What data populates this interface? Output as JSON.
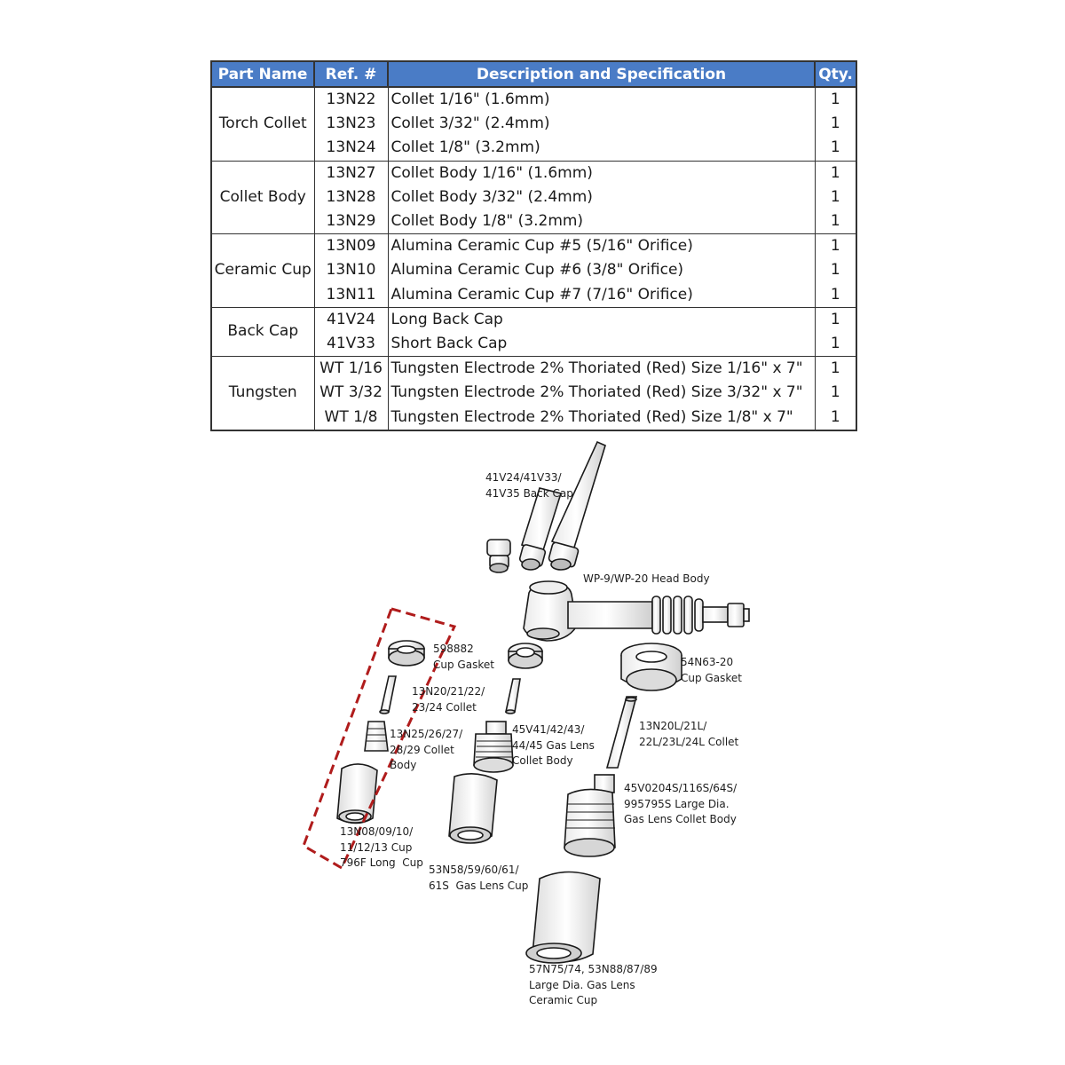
{
  "table": {
    "headers": {
      "part_name": "Part Name",
      "ref": "Ref. #",
      "desc": "Description and Specification",
      "qty": "Qty."
    },
    "groups": [
      {
        "name": "Torch Collet",
        "rows": [
          {
            "ref": "13N22",
            "desc": "Collet 1/16\" (1.6mm)",
            "qty": "1"
          },
          {
            "ref": "13N23",
            "desc": "Collet 3/32\" (2.4mm)",
            "qty": "1"
          },
          {
            "ref": "13N24",
            "desc": "Collet 1/8\" (3.2mm)",
            "qty": "1"
          }
        ]
      },
      {
        "name": "Collet Body",
        "rows": [
          {
            "ref": "13N27",
            "desc": "Collet Body 1/16\" (1.6mm)",
            "qty": "1"
          },
          {
            "ref": "13N28",
            "desc": "Collet Body 3/32\" (2.4mm)",
            "qty": "1"
          },
          {
            "ref": "13N29",
            "desc": "Collet Body 1/8\" (3.2mm)",
            "qty": "1"
          }
        ]
      },
      {
        "name": "Ceramic Cup",
        "rows": [
          {
            "ref": "13N09",
            "desc": "Alumina Ceramic Cup #5 (5/16\" Orifice)",
            "qty": "1"
          },
          {
            "ref": "13N10",
            "desc": "Alumina Ceramic Cup #6 (3/8\" Orifice)",
            "qty": "1"
          },
          {
            "ref": "13N11",
            "desc": "Alumina Ceramic Cup #7 (7/16\" Orifice)",
            "qty": "1"
          }
        ]
      },
      {
        "name": "Back Cap",
        "rows": [
          {
            "ref": "41V24",
            "desc": "Long Back Cap",
            "qty": "1"
          },
          {
            "ref": "41V33",
            "desc": "Short Back Cap",
            "qty": "1"
          }
        ]
      },
      {
        "name": "Tungsten",
        "rows": [
          {
            "ref": "WT 1/16",
            "desc": "Tungsten Electrode 2% Thoriated (Red) Size 1/16\" x 7\"",
            "qty": "1"
          },
          {
            "ref": "WT 3/32",
            "desc": "Tungsten Electrode 2% Thoriated (Red) Size 3/32\" x 7\"",
            "qty": "1"
          },
          {
            "ref": "WT 1/8",
            "desc": "Tungsten Electrode 2% Thoriated (Red) Size 1/8\" x 7\"",
            "qty": "1"
          }
        ]
      }
    ]
  },
  "colors": {
    "header_bg": "#4a7cc6",
    "header_text": "#ffffff",
    "highlight_box": "#b01c1c"
  },
  "diagram": {
    "labels": {
      "back_cap": "41V24/41V33/\n41V35 Back Cap",
      "head_body": "WP-9/WP-20 Head Body",
      "cup_gasket_598882": "598882\nCup Gasket",
      "collet_13n20": "13N20/21/22/\n23/24 Collet",
      "collet_body_13n25": "13N25/26/27/\n28/29 Collet\nBody",
      "cup_13n08": "13N08/09/10/\n11/12/13 Cup\n796F Long  Cup",
      "gas_lens_collet_body": "45V41/42/43/\n44/45 Gas Lens\nCollet Body",
      "gas_lens_cup": "53N58/59/60/61/\n61S  Gas Lens Cup",
      "cup_gasket_54n63": "54N63-20\nCup Gasket",
      "collet_13n20l": "13N20L/21L/\n22L/23L/24L Collet",
      "large_dia_collet_body": "45V0204S/116S/64S/\n995795S Large Dia.\nGas Lens Collet Body",
      "large_dia_cup": "57N75/74, 53N88/87/89\nLarge Dia. Gas Lens\nCeramic Cup"
    }
  }
}
